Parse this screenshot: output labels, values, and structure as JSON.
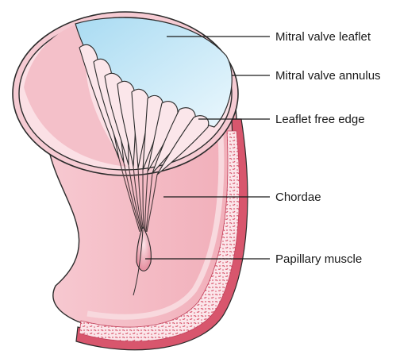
{
  "diagram": {
    "labels": {
      "leaflet": "Mitral valve leaflet",
      "annulus": "Mitral valve annulus",
      "free_edge": "Leaflet free edge",
      "chordae": "Chordae",
      "papillary": "Papillary muscle"
    },
    "colors": {
      "wall_outer": "#f3b6c0",
      "wall_inner": "#f9d6dc",
      "myocardium_stipple": "#d8566d",
      "myocardium_border": "#c0405a",
      "leaflet_fill": "#bfe4f5",
      "chordae_outline": "#4a3a3c",
      "annulus_ring": "#ffffff",
      "outline": "#2b2b2b"
    }
  }
}
